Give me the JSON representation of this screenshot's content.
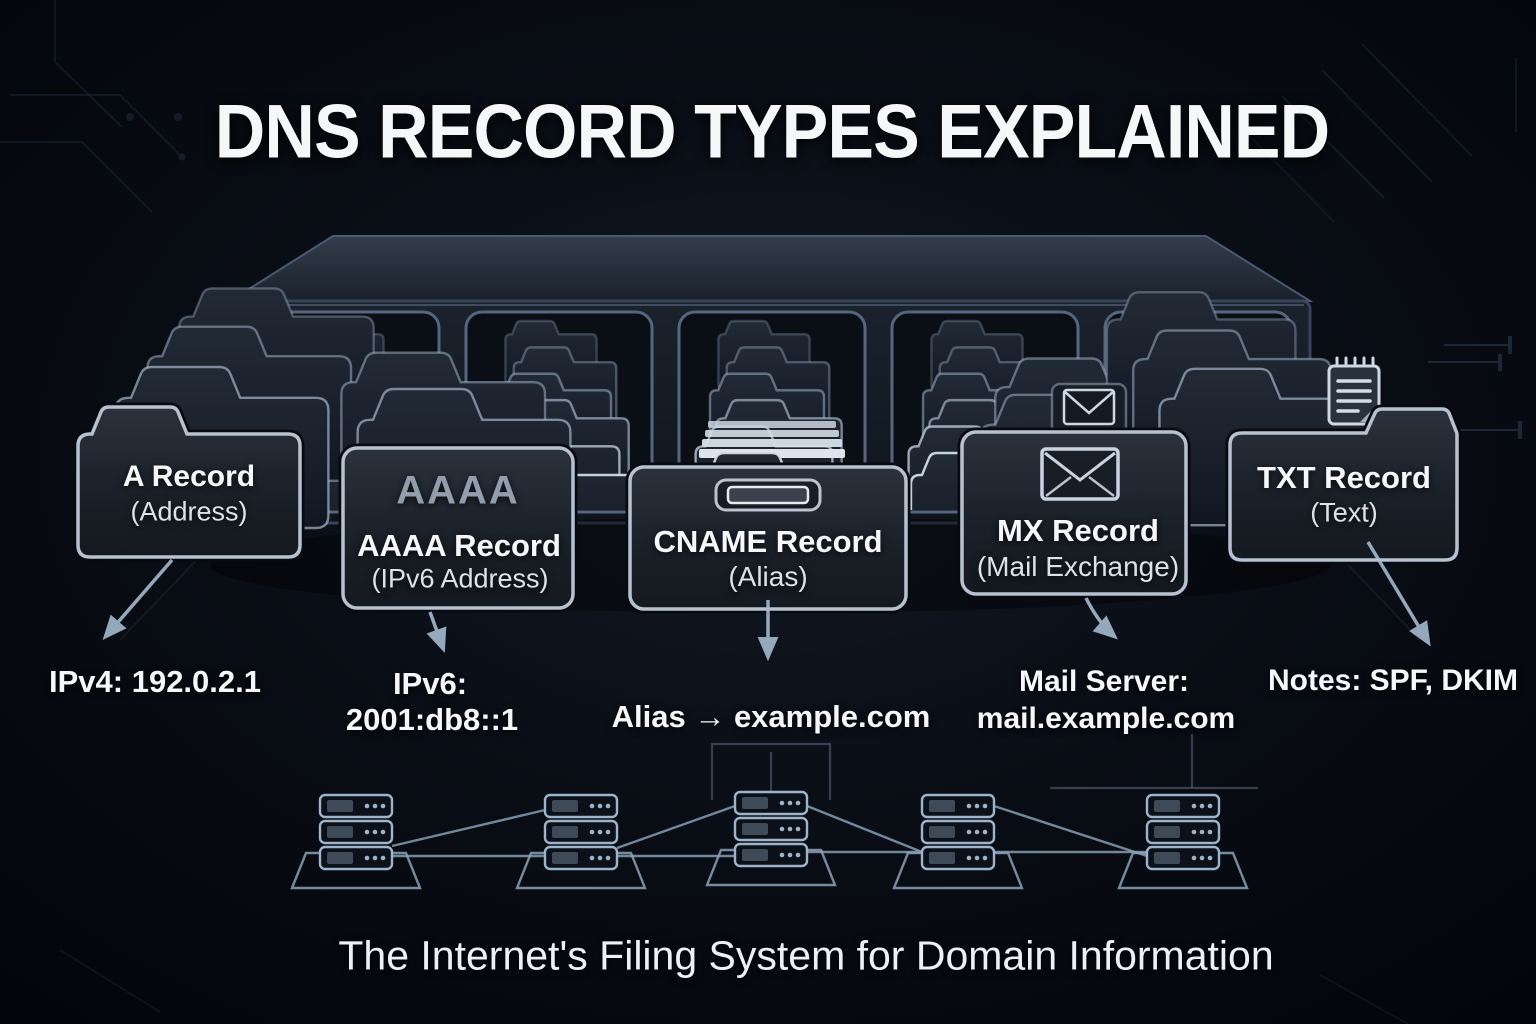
{
  "title": "DNS RECORD TYPES EXPLAINED",
  "subtitle": "The Internet's Filing System for Domain Information",
  "records": [
    {
      "name": "A Record",
      "sub": "(Address)",
      "value": "IPv4: 192.0.2.1",
      "icon": "folder-tab"
    },
    {
      "big_label": "AAAA",
      "name": "AAAA Record",
      "sub": "(IPv6 Address)",
      "value_line1": "IPv6:",
      "value_line2": "2001:db8::1",
      "icon": "folder"
    },
    {
      "name": "CNAME Record",
      "sub": "(Alias)",
      "value": "Alias → example.com",
      "icon": "drawer-label-slot"
    },
    {
      "name": "MX Record",
      "sub": "(Mail Exchange)",
      "value_line1": "Mail Server:",
      "value_line2": "mail.example.com",
      "icon": "envelope"
    },
    {
      "name": "TXT Record",
      "sub": "(Text)",
      "value": "Notes: SPF, DKIM",
      "icon": "notepad"
    }
  ],
  "scene": {
    "cabinet_compartments": 5,
    "server_stacks": 5
  },
  "colors": {
    "background": "#05070c",
    "card_fill": "#1c232e",
    "card_border": "#b6c2cf",
    "text_primary": "#f5f7f9",
    "text_secondary": "#dde2e8",
    "steel_accent": "#9db4cb",
    "aaaa_label": "#939eac"
  }
}
